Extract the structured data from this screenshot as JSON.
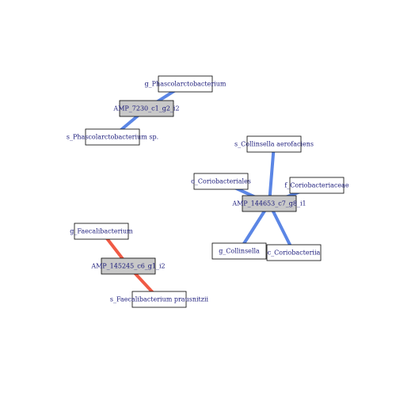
{
  "colors": {
    "background": "#ffffff",
    "edge_positive": "#5b86e5",
    "edge_negative": "#f05a45",
    "amp_fill": "#c8c8c8",
    "taxon_fill": "#ffffff",
    "border": "#000000",
    "label": "#1a1a7a"
  },
  "nodes": [
    {
      "id": "n_amp7230",
      "label": "AMP_7230_c1_g2_i2",
      "kind": "amp"
    },
    {
      "id": "n_g_phasc",
      "label": "g_Phascolarctobacterium",
      "kind": "taxon"
    },
    {
      "id": "n_s_phasc",
      "label": "s_Phascolarctobacterium sp.",
      "kind": "taxon"
    },
    {
      "id": "n_amp144653",
      "label": "AMP_144653_c7_g8_i1",
      "kind": "amp"
    },
    {
      "id": "n_s_coll_aero",
      "label": "s_Collinsella aerofaciens",
      "kind": "taxon"
    },
    {
      "id": "n_o_corio",
      "label": "o_Coriobacteriales",
      "kind": "taxon"
    },
    {
      "id": "n_f_corio",
      "label": "f_Coriobacteriaceae",
      "kind": "taxon"
    },
    {
      "id": "n_g_coll",
      "label": "g_Collinsella",
      "kind": "taxon"
    },
    {
      "id": "n_c_corio",
      "label": "c_Coriobacteriia",
      "kind": "taxon"
    },
    {
      "id": "n_amp145245",
      "label": "AMP_145245_c6_g1_i2",
      "kind": "amp"
    },
    {
      "id": "n_g_faec",
      "label": "g_Faecalibacterium",
      "kind": "taxon"
    },
    {
      "id": "n_s_faec",
      "label": "s_Faecalibacterium prausnitzii",
      "kind": "taxon"
    }
  ],
  "edges": [
    {
      "source": "n_amp7230",
      "target": "n_g_phasc",
      "color": "#5b86e5"
    },
    {
      "source": "n_amp7230",
      "target": "n_s_phasc",
      "color": "#5b86e5"
    },
    {
      "source": "n_amp144653",
      "target": "n_s_coll_aero",
      "color": "#5b86e5"
    },
    {
      "source": "n_amp144653",
      "target": "n_o_corio",
      "color": "#5b86e5"
    },
    {
      "source": "n_amp144653",
      "target": "n_f_corio",
      "color": "#5b86e5"
    },
    {
      "source": "n_amp144653",
      "target": "n_g_coll",
      "color": "#5b86e5"
    },
    {
      "source": "n_amp144653",
      "target": "n_c_corio",
      "color": "#5b86e5"
    },
    {
      "source": "n_amp145245",
      "target": "n_g_faec",
      "color": "#f05a45"
    },
    {
      "source": "n_amp145245",
      "target": "n_s_faec",
      "color": "#f05a45"
    }
  ]
}
